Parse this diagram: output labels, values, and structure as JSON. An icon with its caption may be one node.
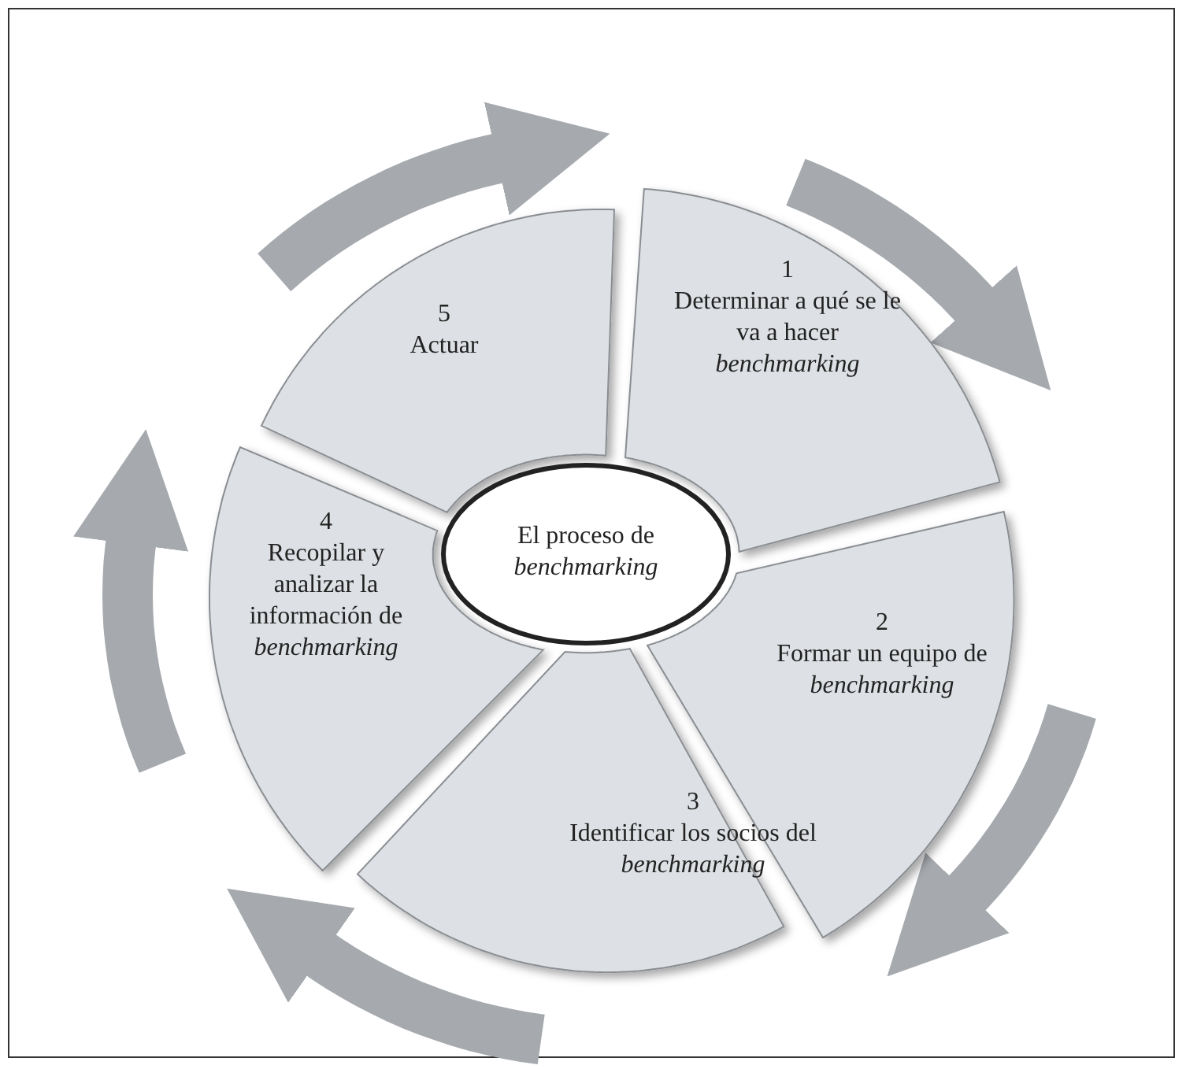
{
  "diagram": {
    "nodes": [
      {
        "text": [
          "1",
          "Determinar a qué se le va a hacer *benchmarking*"
        ]
      },
      {
        "text": [
          "2",
          "Formar un equipo de *benchmarking*"
        ]
      },
      {
        "text": [
          "3",
          "Identificar los socios del *benchmarking*"
        ]
      },
      {
        "text": [
          "4",
          "Recopilar y analizar la información de *benchmarking*"
        ]
      },
      {
        "text": [
          "5",
          "Actuar"
        ]
      },
      {
        "text": [
          "El proceso de *benchmarking*"
        ]
      }
    ]
  }
}
